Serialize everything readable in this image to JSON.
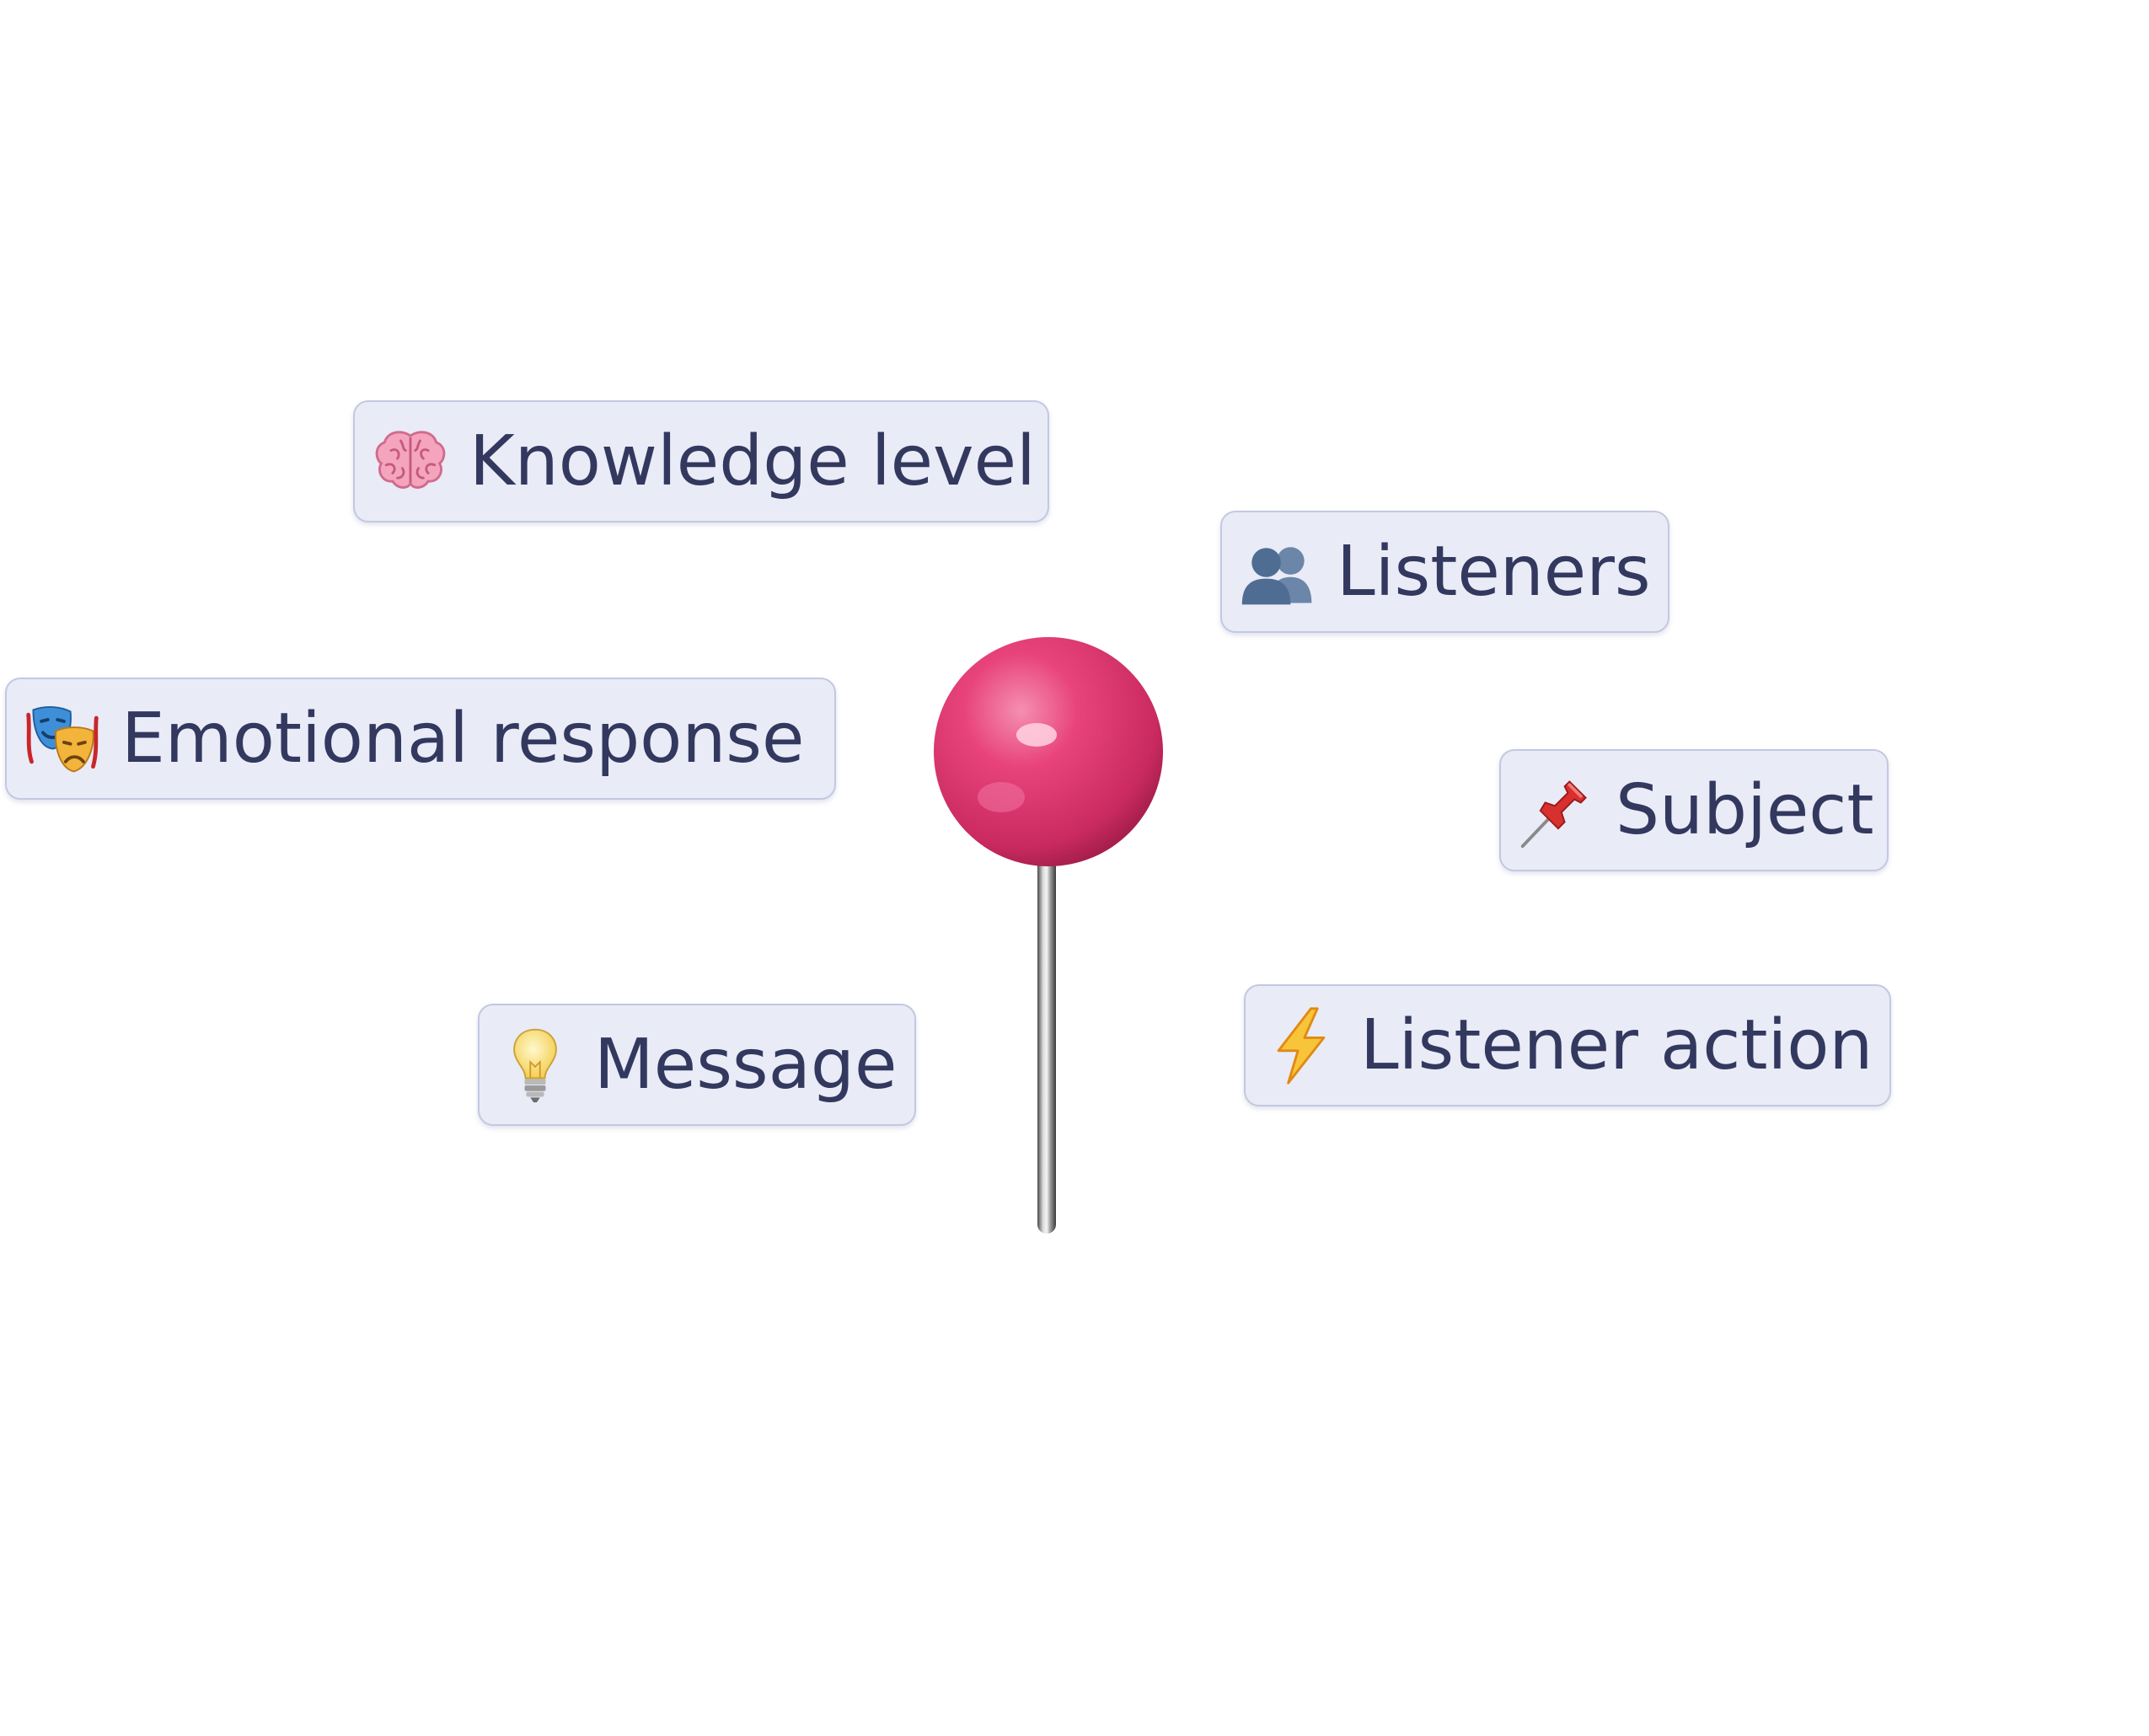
{
  "tags": {
    "knowledge": {
      "label": "Knowledge level",
      "icon": "brain-icon"
    },
    "listeners": {
      "label": "Listeners",
      "icon": "two-people-icon"
    },
    "emotional": {
      "label": "Emotional response",
      "icon": "theater-masks-icon"
    },
    "subject": {
      "label": "Subject",
      "icon": "pushpin-icon"
    },
    "message": {
      "label": "Message",
      "icon": "light-bulb-icon"
    },
    "action": {
      "label": "Listener action",
      "icon": "lightning-icon"
    }
  },
  "colors": {
    "tag_background": "#e9ebf6",
    "tag_border": "#c3c8e2",
    "tag_text": "#33385f",
    "pin_head": "#e8447b",
    "pin_needle": "#a9a9a9"
  }
}
